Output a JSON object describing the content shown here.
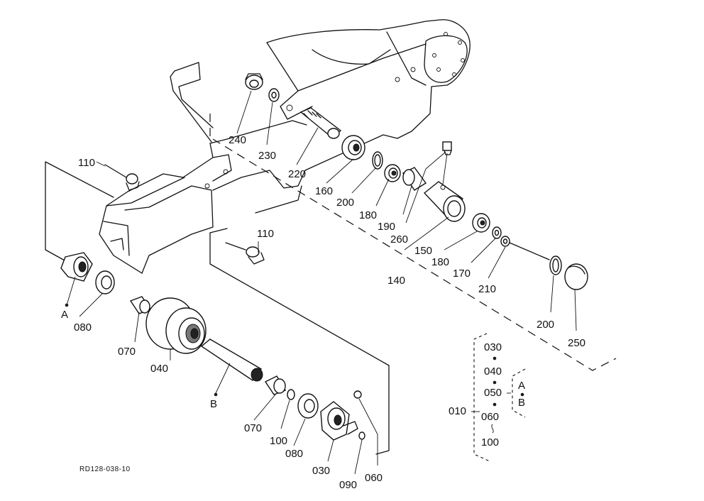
{
  "callouts": {
    "p240": "240",
    "p230": "230",
    "p220": "220",
    "p110a": "110",
    "p160": "160",
    "p200a": "200",
    "p180a": "180",
    "p190": "190",
    "p260": "260",
    "p150": "150",
    "p110b": "110",
    "p180b": "180",
    "p170": "170",
    "p140": "140",
    "p210": "210",
    "p200b": "200",
    "p250": "250",
    "p080a": "080",
    "p070a": "070",
    "p040": "040",
    "p070b": "070",
    "p100": "100",
    "p080b": "080",
    "p030": "030",
    "p090": "090",
    "p060": "060"
  },
  "refs": {
    "a": "A",
    "b": "B"
  },
  "legend": {
    "assembly": "010",
    "items": [
      "030",
      "040",
      "050",
      "060",
      "100"
    ],
    "variants": [
      "A",
      "B"
    ]
  },
  "drawing_code": "RD128-038-10"
}
